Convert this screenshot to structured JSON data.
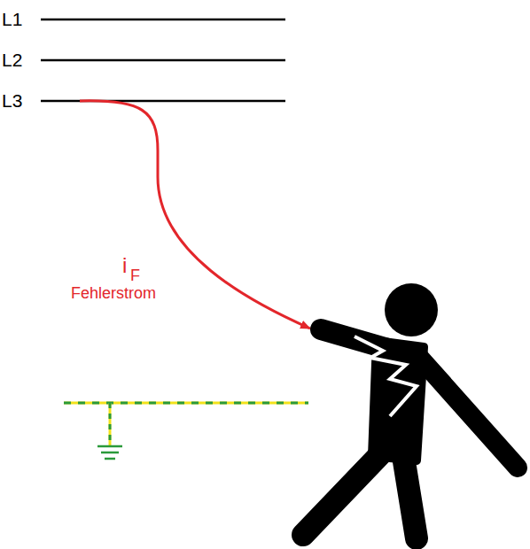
{
  "diagram": {
    "labels": [
      "L1",
      "L2",
      "L3",
      "i",
      "F",
      "Fehlerstrom"
    ]
  }
}
